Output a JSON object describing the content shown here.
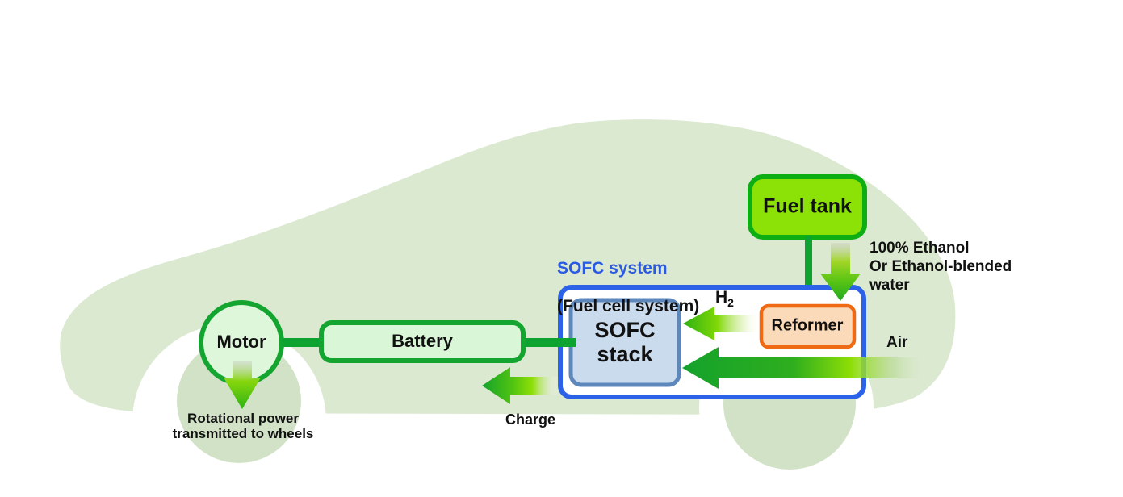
{
  "diagram": {
    "labels": {
      "fuel_tank": "Fuel tank",
      "reformer": "Reformer",
      "sofc_stack": "SOFC\nstack",
      "battery": "Battery",
      "motor": "Motor",
      "system_title": "SOFC system",
      "system_subtitle": "(Fuel cell system)",
      "h2_base": "H",
      "h2_sub": "2",
      "air": "Air",
      "charge": "Charge",
      "ethanol_note": "100% Ethanol\nOr Ethanol-blended\nwater",
      "rotational_note": "Rotational power\ntransmitted to wheels"
    },
    "flows": [
      {
        "from": "Fuel tank",
        "to": "Reformer",
        "label": "100% Ethanol Or Ethanol-blended water"
      },
      {
        "from": "Reformer",
        "to": "SOFC stack",
        "label": "H2"
      },
      {
        "from": "outside air intake",
        "to": "SOFC stack",
        "label": "Air"
      },
      {
        "from": "SOFC system",
        "to": "Battery",
        "label": "Charge"
      },
      {
        "from": "Battery",
        "to": "Motor",
        "label": ""
      },
      {
        "from": "Motor",
        "to": "wheels",
        "label": "Rotational power transmitted to wheels"
      }
    ],
    "colors": {
      "car_body": "#dbe9d1",
      "wheel": "#d2e2c6",
      "connector_green": "#0da331",
      "fuel_tank_fill": "#8ce207",
      "fuel_tank_border": "#0cae14",
      "battery_fill": "#d9f6d7",
      "battery_border": "#13a52f",
      "motor_fill": "#def7da",
      "system_box_border": "#2b62e8",
      "system_title_blue": "#2b5ae2",
      "stack_fill": "#cadbed",
      "stack_border": "#5e87bc",
      "reformer_fill": "#fbdab9",
      "reformer_border": "#ee6a14",
      "arrow_bright_green": "#8ee006",
      "arrow_dark_green": "#14a22c"
    }
  }
}
